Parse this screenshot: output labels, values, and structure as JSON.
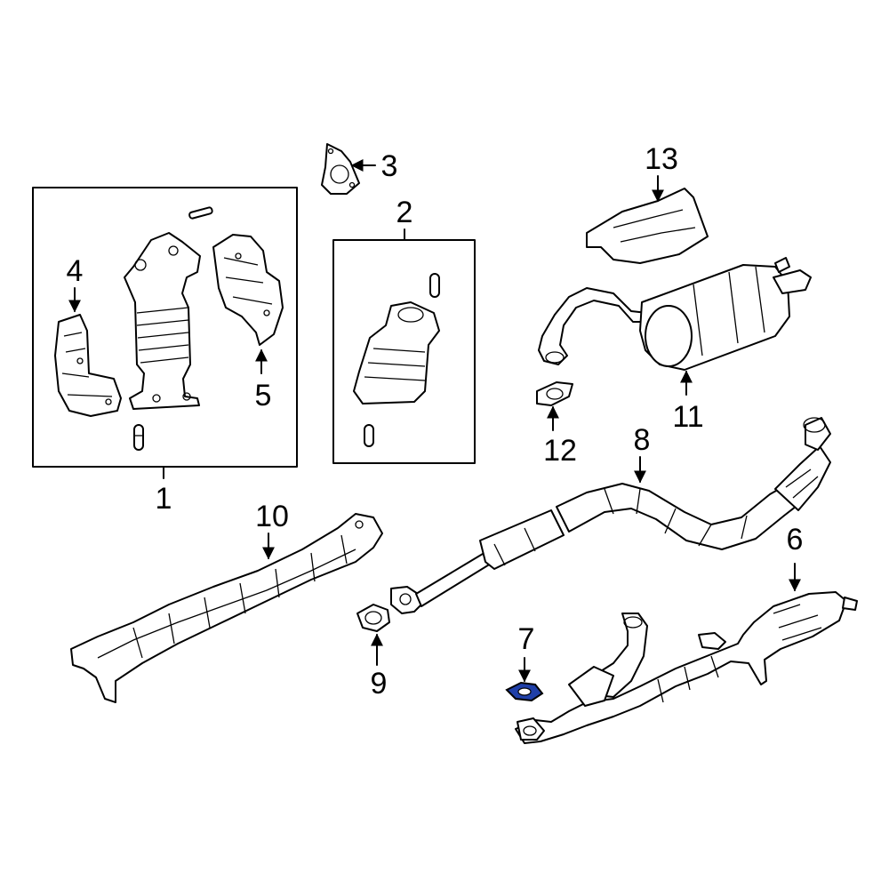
{
  "colors": {
    "line": "#000000",
    "background": "#ffffff",
    "highlight": "#1f3fa8"
  },
  "callouts": {
    "c1": "1",
    "c2": "2",
    "c3": "3",
    "c4": "4",
    "c5": "5",
    "c6": "6",
    "c7": "7",
    "c8": "8",
    "c9": "9",
    "c10": "10",
    "c11": "11",
    "c12": "12",
    "c13": "13"
  },
  "highlighted_part": "7"
}
